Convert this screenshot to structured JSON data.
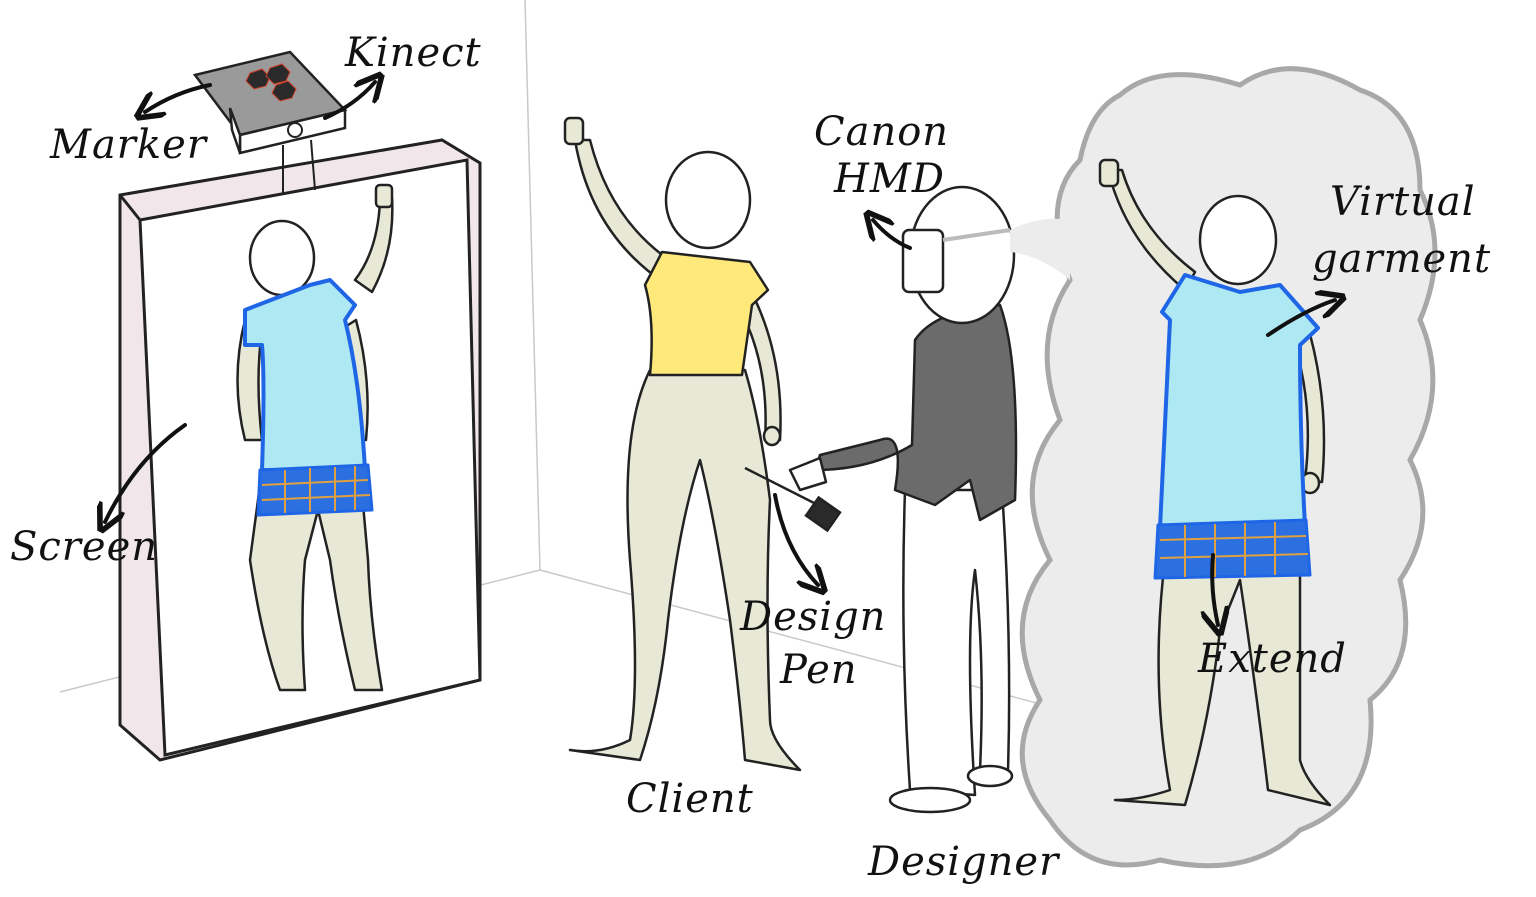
{
  "labels": {
    "kinect": "Kinect",
    "marker": "Marker",
    "screen": "Screen",
    "canon_hmd_line1": "Canon",
    "canon_hmd_line2": "HMD",
    "virtual_garment_line1": "Virtual",
    "virtual_garment_line2": "garment",
    "design_pen_line1": "Design",
    "design_pen_line2": "Pen",
    "client": "Client",
    "designer": "Designer",
    "extend": "Extend"
  },
  "colors": {
    "skin": "#e8e8d6",
    "dress": "#aee8f2",
    "dress_outline": "#1f66e6",
    "skirt": "#2b6fe0",
    "plaid": "#e0a040",
    "top": "#ffe97a",
    "jacket": "#6b6b6b",
    "cloud": "#ececec",
    "screen_frame": "#f1e7ea",
    "kinect_top": "#9a9a9a"
  }
}
